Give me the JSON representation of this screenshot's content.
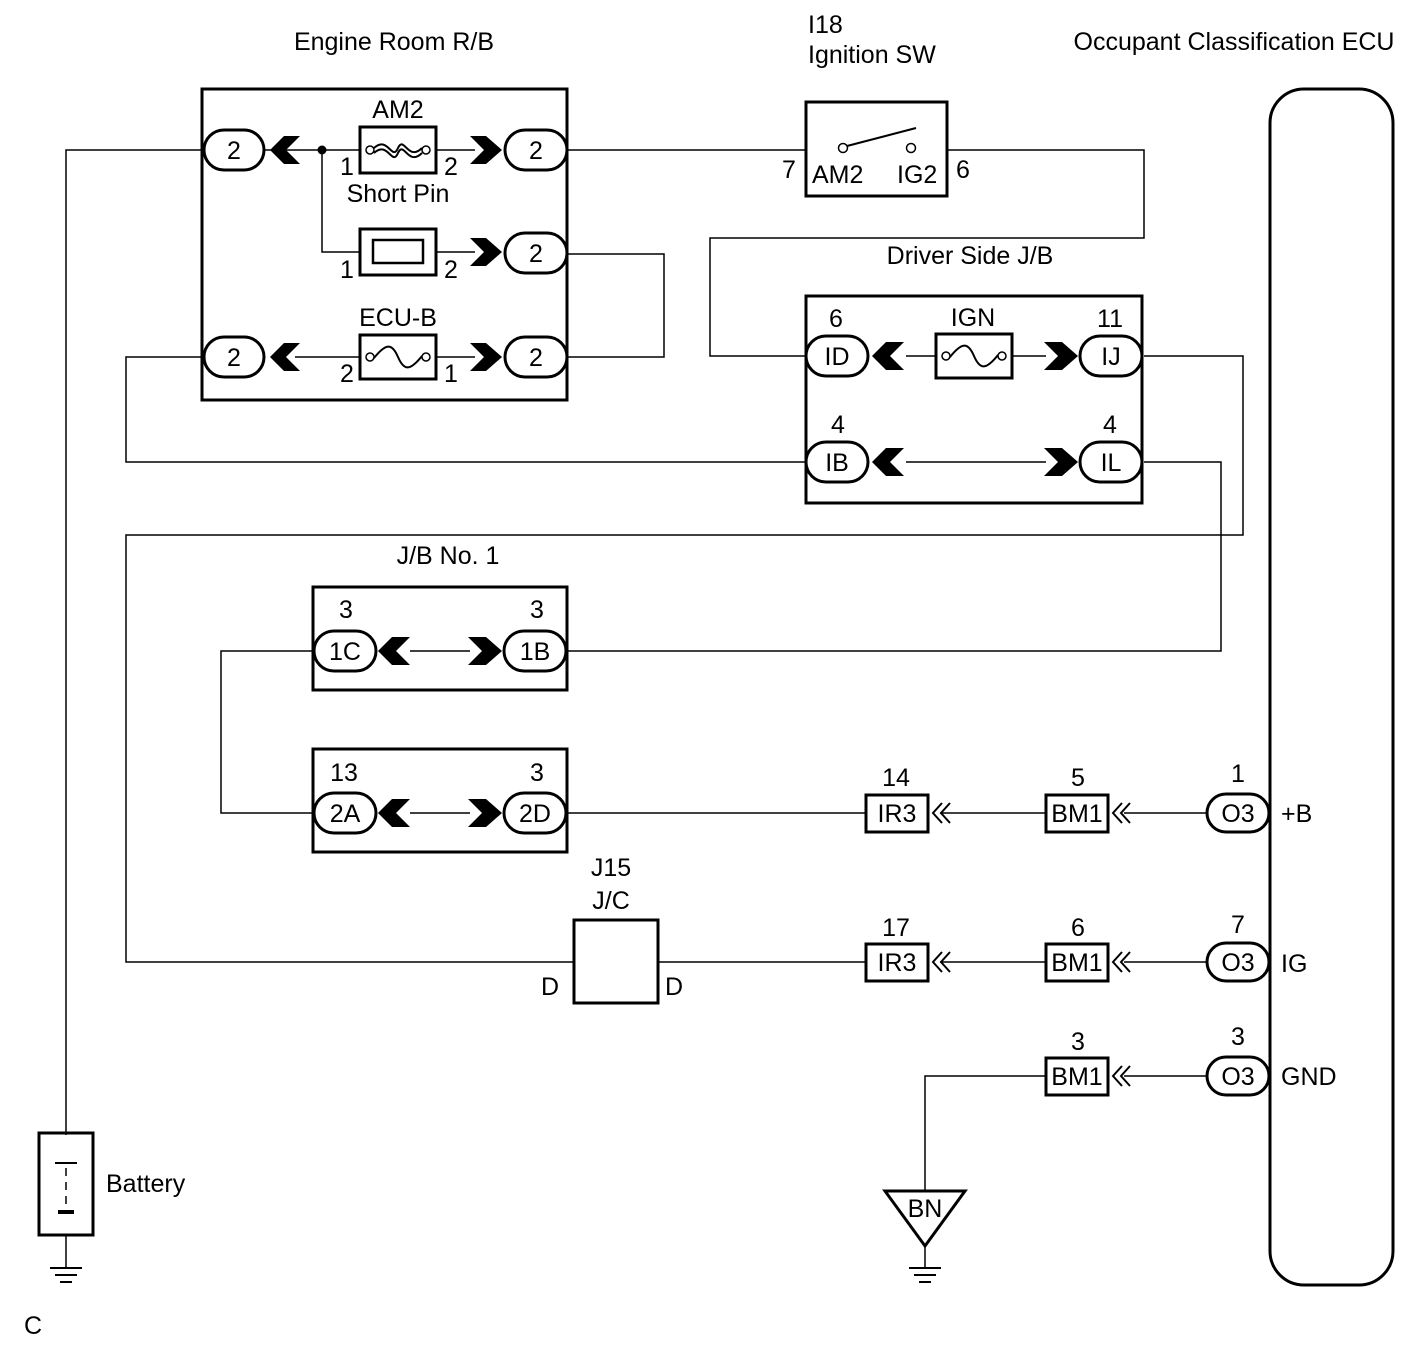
{
  "labels": {
    "engine_room_rb": "Engine Room R/B",
    "i18": "I18",
    "ignition_sw": "Ignition SW",
    "occupant_ecu": "Occupant Classification ECU",
    "am2_fuse": "AM2",
    "short_pin": "Short Pin",
    "ecu_b_fuse": "ECU-B",
    "driver_side_jb": "Driver Side J/B",
    "ign_fuse": "IGN",
    "jb_no1": "J/B No. 1",
    "j15": "J15",
    "jc": "J/C",
    "battery": "Battery",
    "bn": "BN",
    "corner": "C",
    "sw_am2": "AM2",
    "sw_ig2": "IG2",
    "sw_pin_7": "7",
    "sw_pin_6": "6",
    "jc_d_left": "D",
    "jc_d_right": "D"
  },
  "rb_connectors": {
    "left_top": "2",
    "right_top": "2",
    "right_mid": "2",
    "left_bot": "2",
    "right_bot": "2"
  },
  "rb_pins": {
    "am2_1": "1",
    "am2_2": "2",
    "sp_1": "1",
    "sp_2": "2",
    "ecub_2": "2",
    "ecub_1": "1"
  },
  "driver_jb": {
    "id": {
      "name": "ID",
      "pin": "6"
    },
    "ij": {
      "name": "IJ",
      "pin": "11"
    },
    "ib": {
      "name": "IB",
      "pin": "4"
    },
    "il": {
      "name": "IL",
      "pin": "4"
    }
  },
  "jb1": {
    "c1": {
      "name": "1C",
      "pin": "3"
    },
    "b1": {
      "name": "1B",
      "pin": "3"
    },
    "a2": {
      "name": "2A",
      "pin": "13"
    },
    "d2": {
      "name": "2D",
      "pin": "3"
    }
  },
  "inline": {
    "ir3_top": {
      "name": "IR3",
      "pin": "14"
    },
    "bm1_top": {
      "name": "BM1",
      "pin": "5"
    },
    "ir3_mid": {
      "name": "IR3",
      "pin": "17"
    },
    "bm1_mid": {
      "name": "BM1",
      "pin": "6"
    },
    "bm1_gnd": {
      "name": "BM1",
      "pin": "3"
    }
  },
  "ecu_terms": {
    "b": {
      "conn": "O3",
      "pin": "1",
      "label": "+B"
    },
    "ig": {
      "conn": "O3",
      "pin": "7",
      "label": "IG"
    },
    "gnd": {
      "conn": "O3",
      "pin": "3",
      "label": "GND"
    }
  }
}
